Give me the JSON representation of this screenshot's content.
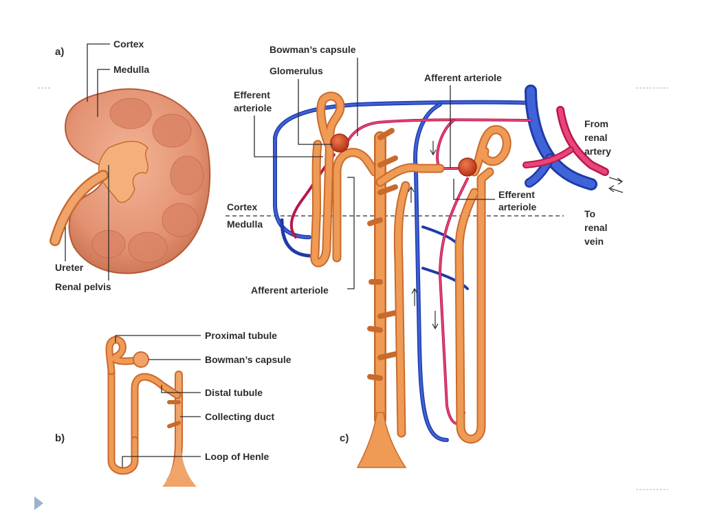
{
  "panels": {
    "a": "a)",
    "b": "b)",
    "c": "c)"
  },
  "kidney": {
    "cortex": "Cortex",
    "medulla": "Medulla",
    "ureter": "Ureter",
    "renal_pelvis": "Renal pelvis"
  },
  "nephron_b": {
    "proximal_tubule": "Proximal tubule",
    "bowmans_capsule": "Bowman’s capsule",
    "distal_tubule": "Distal tubule",
    "collecting_duct": "Collecting duct",
    "loop_of_henle": "Loop of Henle"
  },
  "nephron_c": {
    "bowmans_capsule": "Bowman’s capsule",
    "glomerulus": "Glomerulus",
    "efferent_arteriole_left_line1": "Efferent",
    "efferent_arteriole_left_line2": "arteriole",
    "afferent_arteriole_top": "Afferent arteriole",
    "from_renal_artery_line1": "From",
    "from_renal_artery_line2": "renal",
    "from_renal_artery_line3": "artery",
    "efferent_arteriole_right_line1": "Efferent",
    "efferent_arteriole_right_line2": "arteriole",
    "to_renal_vein_line1": "To",
    "to_renal_vein_line2": "renal",
    "to_renal_vein_line3": "vein",
    "cortex": "Cortex",
    "medulla": "Medulla",
    "afferent_arteriole_bottom": "Afferent arteriole"
  },
  "colors": {
    "tubule": "#ef9a55",
    "artery": "#e8457a",
    "vein": "#3f63d8",
    "kidney_tissue": "#e79b79",
    "slide_accent": "#9bb3c8"
  },
  "icons": {
    "slide_nav": "triangle-right-icon"
  }
}
